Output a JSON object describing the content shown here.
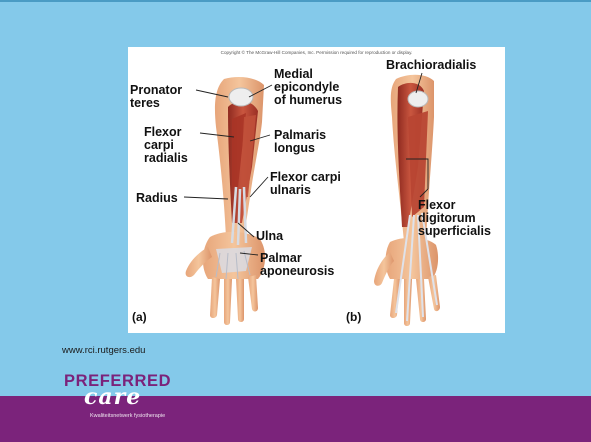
{
  "figure": {
    "copyright": "Copyright © The McGraw-Hill Companies, Inc. Permission required for reproduction or display.",
    "panel_a": {
      "letter": "(a)",
      "labels": {
        "pronator_1": "Pronator",
        "pronator_2": "teres",
        "medial_1": "Medial",
        "medial_2": "epicondyle",
        "medial_3": "of humerus",
        "fcr_1": "Flexor",
        "fcr_2": "carpi",
        "fcr_3": "radialis",
        "palmaris_1": "Palmaris",
        "palmaris_2": "longus",
        "fcu_1": "Flexor carpi",
        "fcu_2": "ulnaris",
        "radius": "Radius",
        "ulna": "Ulna",
        "palmar_1": "Palmar",
        "palmar_2": "aponeurosis"
      }
    },
    "panel_b": {
      "letter": "(b)",
      "labels": {
        "brachioradialis": "Brachioradialis",
        "fds_1": "Flexor",
        "fds_2": "digitorum",
        "fds_3": "superficialis"
      }
    }
  },
  "footer": {
    "url": "www.rci.rutgers.edu",
    "logo_top": "PREFERRED",
    "logo_script": "care",
    "logo_tagline": "Kwaliteitsnetwerk fysiotherapie"
  },
  "colors": {
    "background": "#84c9ea",
    "band": "#7b237b",
    "logo_purple": "#7b237b",
    "muscle_red": "#b23a2e"
  }
}
